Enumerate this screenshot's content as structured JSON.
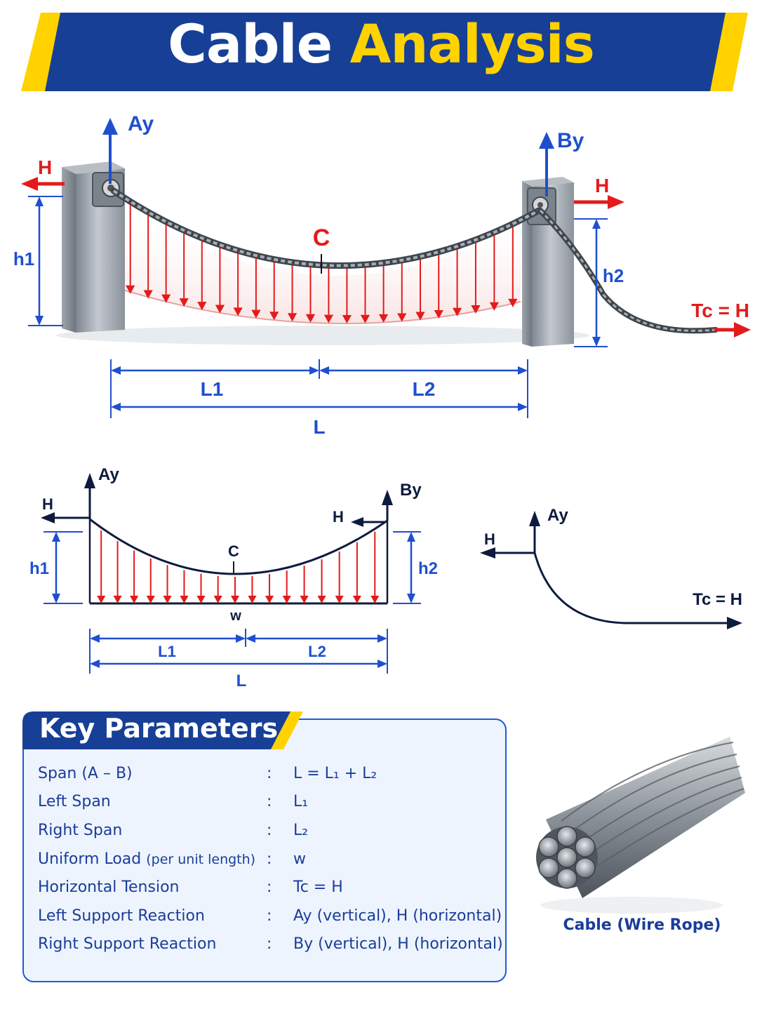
{
  "title": {
    "part1": "Cable",
    "part2": "Analysis"
  },
  "colors": {
    "navy": "#173f96",
    "yellow": "#ffd200",
    "red": "#e31b1b",
    "blue": "#1f4fcf",
    "dark": "#0d1b3e"
  },
  "top_diagram": {
    "ay": "Ay",
    "by": "By",
    "h_left": "H",
    "h_right": "H",
    "h1": "h1",
    "h2": "h2",
    "c": "C",
    "tc": "Tc = H",
    "l1": "L1",
    "l2": "L2",
    "l": "L"
  },
  "mid_diagram": {
    "ay": "Ay",
    "by": "By",
    "h_left": "H",
    "h_right": "H",
    "h1": "h1",
    "h2": "h2",
    "c": "C",
    "w": "w",
    "l1": "L1",
    "l2": "L2",
    "l": "L"
  },
  "fbd": {
    "ay": "Ay",
    "h": "H",
    "tc": "Tc = H"
  },
  "key_parameters": {
    "title": "Key Parameters",
    "rows": [
      {
        "name": "Span (A – B)",
        "note": "",
        "value": "L = L₁ + L₂"
      },
      {
        "name": "Left Span",
        "note": "",
        "value": "L₁"
      },
      {
        "name": "Right Span",
        "note": "",
        "value": "L₂"
      },
      {
        "name": "Uniform Load",
        "note": "(per unit length)",
        "value": "w"
      },
      {
        "name": "Horizontal Tension",
        "note": "",
        "value": "Tc = H"
      },
      {
        "name": "Left Support Reaction",
        "note": "",
        "value": "Ay (vertical), H (horizontal)"
      },
      {
        "name": "Right Support Reaction",
        "note": "",
        "value": "By (vertical), H (horizontal)"
      }
    ]
  },
  "rope_caption": "Cable (Wire Rope)"
}
